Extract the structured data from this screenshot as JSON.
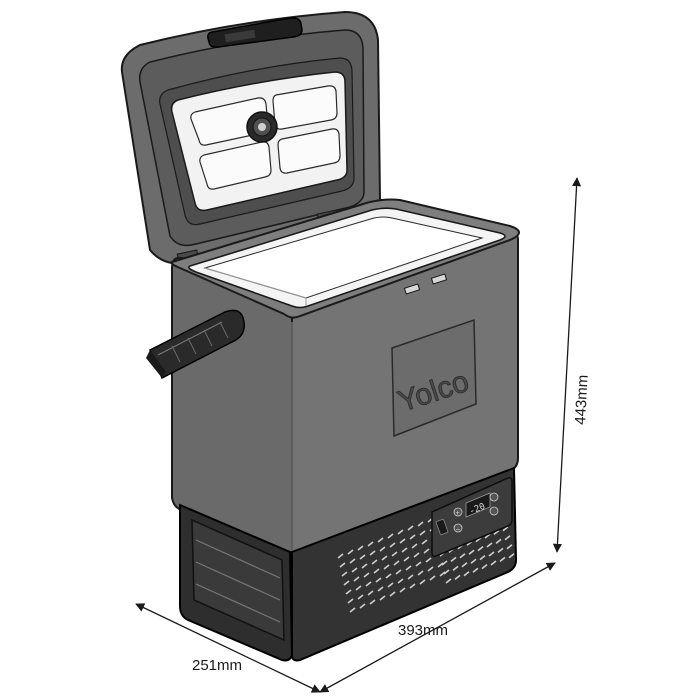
{
  "product": {
    "brand_logo": "Yolco"
  },
  "dimensions": {
    "height": "443mm",
    "width": "393mm",
    "depth": "251mm"
  },
  "control_panel": {
    "display_readout": "-20"
  },
  "colors": {
    "body": "#6e6e6e",
    "body_dark": "#5a5a5a",
    "base": "#2f2f2f",
    "liner": "#f4f4f4",
    "outline": "#1a1a1a"
  }
}
